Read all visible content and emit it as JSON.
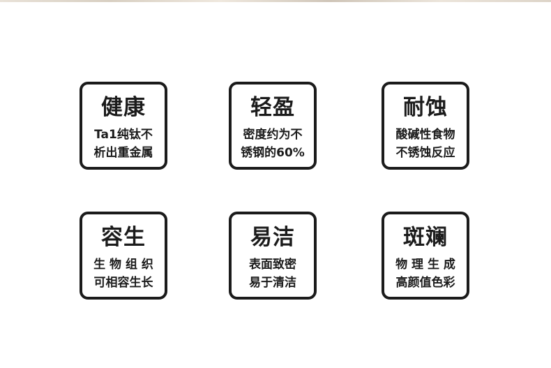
{
  "features": [
    {
      "title": "健康",
      "line1": "Ta1纯钛不",
      "line2": "析出重金属"
    },
    {
      "title": "轻盈",
      "line1": "密度约为不",
      "line2": "锈钢的60%"
    },
    {
      "title": "耐蚀",
      "line1": "酸碱性食物",
      "line2": "不锈蚀反应"
    },
    {
      "title": "容生",
      "line1": "生 物 组 织",
      "line2": "可相容生长"
    },
    {
      "title": "易洁",
      "line1": "表面致密",
      "line2": "易于清洁"
    },
    {
      "title": "斑斓",
      "line1": "物 理 生 成",
      "line2": "高颜值色彩"
    }
  ]
}
